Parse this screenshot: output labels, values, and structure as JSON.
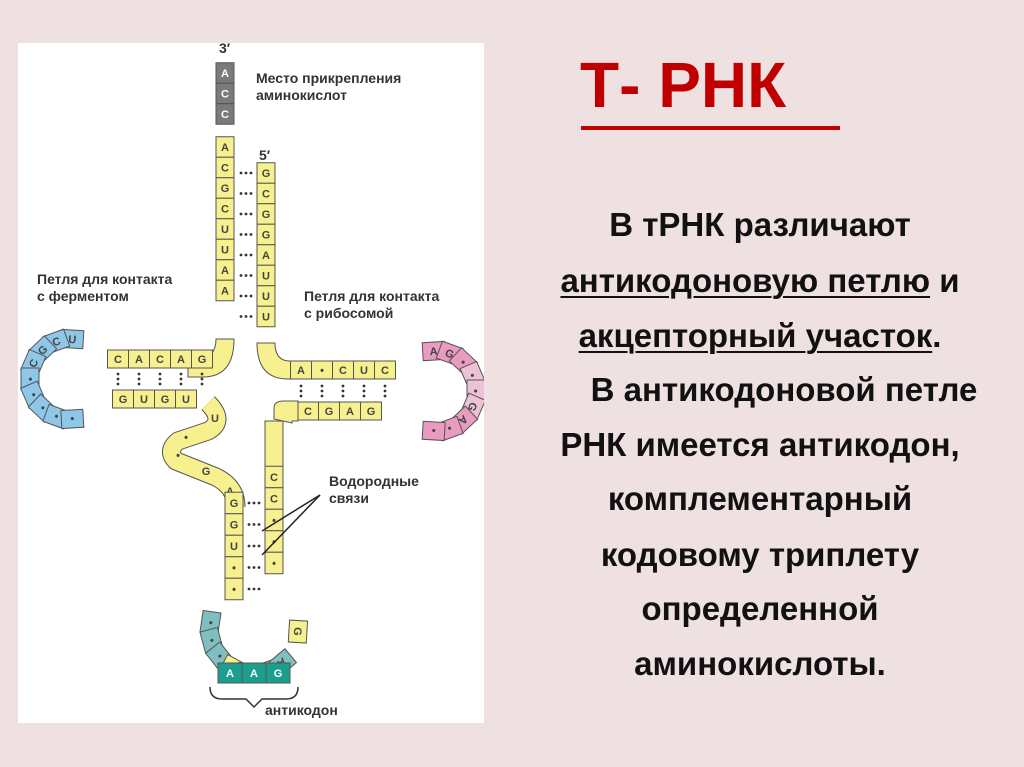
{
  "slide": {
    "title": "Т- РНК",
    "lines": [
      {
        "text": "В тРНК различают"
      },
      {
        "text": "антикодоновую петлю",
        "suffix": " и",
        "underline": true
      },
      {
        "text": "акцепторный участок",
        "suffix": ".",
        "underline": true
      },
      {
        "text": "В антикодоновой петле"
      },
      {
        "text": "РНК имеется антикодон,"
      },
      {
        "text": "комплементарный"
      },
      {
        "text": "кодовому триплету"
      },
      {
        "text": "определенной"
      },
      {
        "text": "аминокислоты."
      }
    ]
  },
  "diagram": {
    "labels": {
      "three_prime": "3′",
      "five_prime": "5′",
      "attach_1": "Место прикрепления",
      "attach_2": "аминокислот",
      "enzyme_1": "Петля для контакта",
      "enzyme_2": "с ферментом",
      "ribosome_1": "Петля для контакта",
      "ribosome_2": "с рибосомой",
      "hbond_1": "Водородные",
      "hbond_2": "связи",
      "anticodon": "антикодон"
    },
    "colors": {
      "stem": "#f7f08e",
      "acceptor_end": "#7a7a7a",
      "left_loop": "#8fc7e8",
      "right_loop": "#e99bc0",
      "anticodon_loop": "#7fbfbf",
      "anticodon": "#1b9e8e",
      "outline": "#555555"
    },
    "acceptor_end": [
      "A",
      "C",
      "C"
    ],
    "acceptor_left_strand": [
      "A",
      "C",
      "G",
      "C",
      "U",
      "U",
      "A",
      "A"
    ],
    "acceptor_right_strand": [
      "G",
      "C",
      "G",
      "G",
      "A",
      "U",
      "U",
      "U"
    ],
    "d_arm_top": [
      "C",
      "A",
      "C",
      "A",
      "G"
    ],
    "d_arm_bottom": [
      "G",
      "U",
      "G",
      "U"
    ],
    "d_loop": [
      "U",
      "C",
      "G",
      "C",
      "•",
      "•",
      "•",
      "•",
      "•"
    ],
    "t_arm_top": [
      "A",
      "•",
      "C",
      "U",
      "C"
    ],
    "t_arm_bottom": [
      "C",
      "G",
      "A",
      "G"
    ],
    "t_loop": [
      "A",
      "G",
      "•",
      "•",
      "•",
      "G",
      "A",
      "•",
      "•"
    ],
    "connector": [
      "U",
      "•",
      "•",
      "G",
      "A"
    ],
    "anticodon_left_strand": [
      "G",
      "G",
      "U",
      "•",
      "•"
    ],
    "anticodon_right_strand": [
      "C",
      "C",
      "•",
      "•",
      "•"
    ],
    "anticodon_loop": [
      "•",
      "•",
      "•",
      "A",
      "•",
      "•"
    ],
    "anticodon_bases": [
      "A",
      "A",
      "G"
    ]
  }
}
